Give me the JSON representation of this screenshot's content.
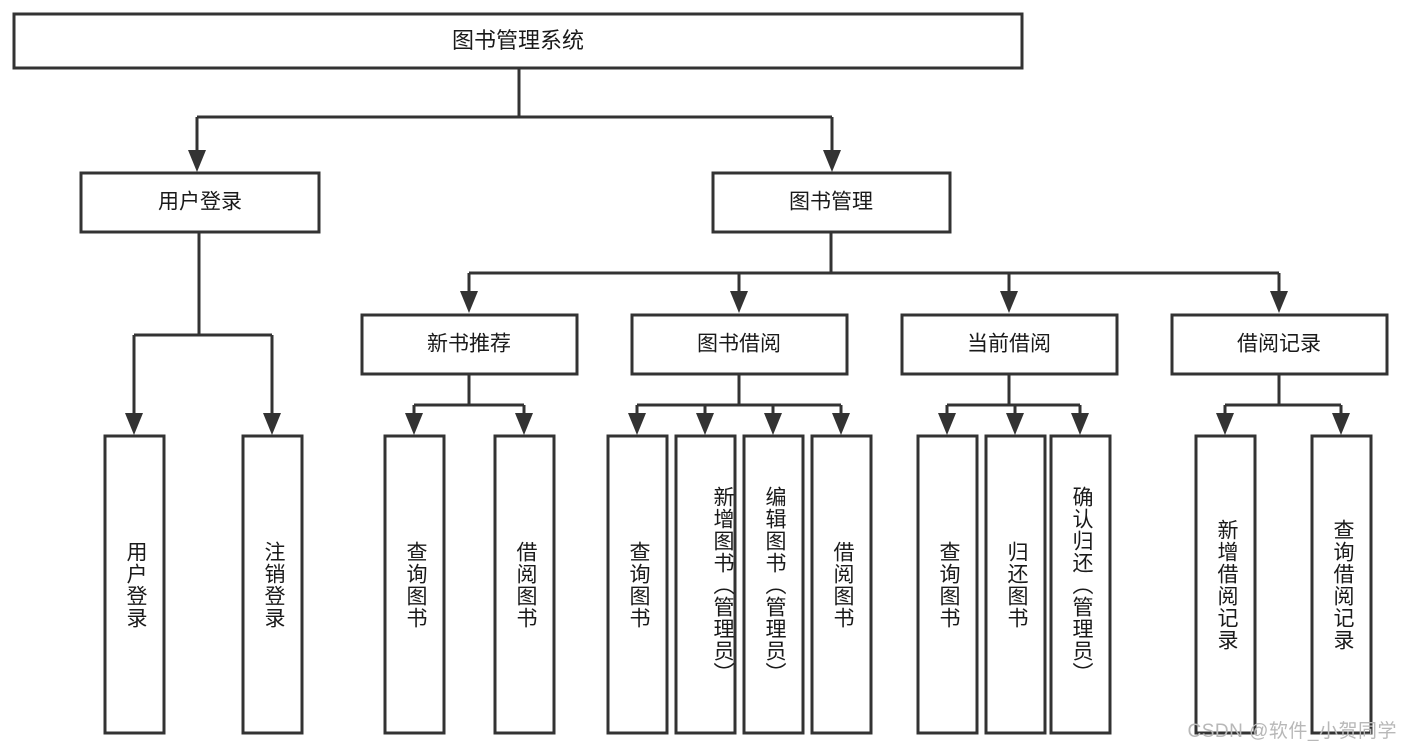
{
  "diagram": {
    "kind": "tree-hierarchy-chart",
    "root": {
      "label": "图书管理系统"
    },
    "level2": [
      {
        "label": "用户登录"
      },
      {
        "label": "图书管理"
      }
    ],
    "level3": [
      {
        "label": "新书推荐"
      },
      {
        "label": "图书借阅"
      },
      {
        "label": "当前借阅"
      },
      {
        "label": "借阅记录"
      }
    ],
    "leaves": {
      "user_login": [
        "用户登录",
        "注销登录"
      ],
      "new_book": [
        "查询图书",
        "借阅图书"
      ],
      "book_borrow": [
        "查询图书",
        "新增图书（管理员）",
        "编辑图书（管理员）",
        "借阅图书"
      ],
      "current_borrow": [
        "查询图书",
        "归还图书",
        "确认归还（管理员）"
      ],
      "borrow_record": [
        "新增借阅记录",
        "查询借阅记录"
      ]
    }
  },
  "watermark": {
    "text": "CSDN @软件_小贺同学"
  },
  "colors": {
    "stroke": "#333333",
    "fill": "#ffffff",
    "text": "#1a1a1a",
    "watermark": "#b8b8b8"
  }
}
